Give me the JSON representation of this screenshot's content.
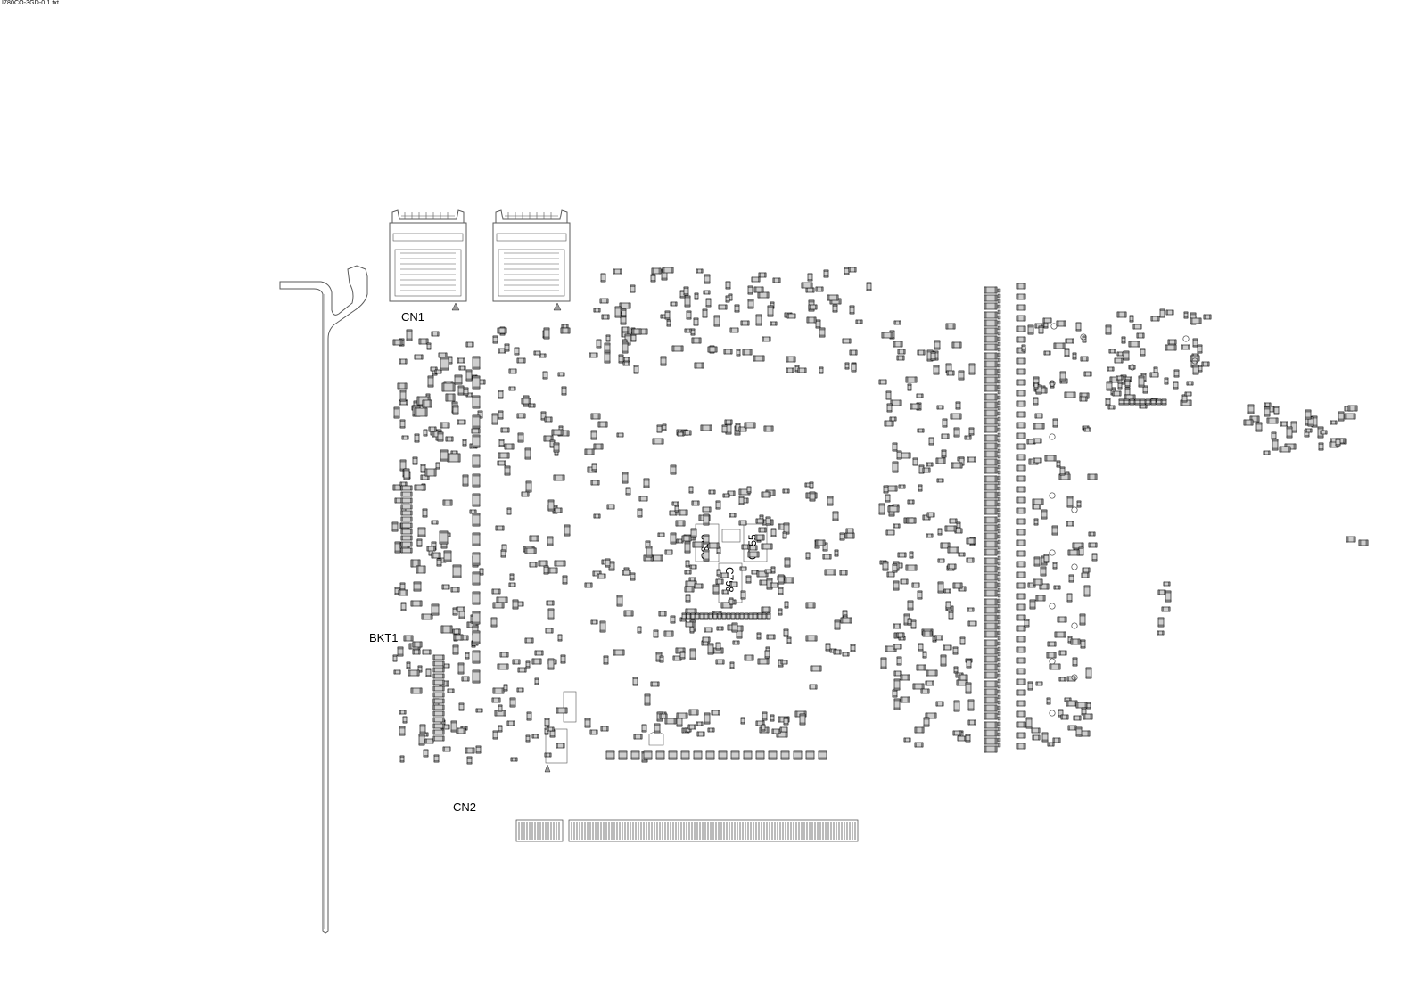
{
  "document": {
    "file_name": "I780CO-3GD-0.1.txt"
  },
  "labels": {
    "cn1": "CN1",
    "cn2": "CN2",
    "bkt1": "BKT1",
    "c833": "C833",
    "c755": "C755",
    "c798": "C798"
  },
  "colors": {
    "outline": "#5a5a5a",
    "component_fill": "#cfcfcf",
    "component_stroke": "#000000"
  }
}
